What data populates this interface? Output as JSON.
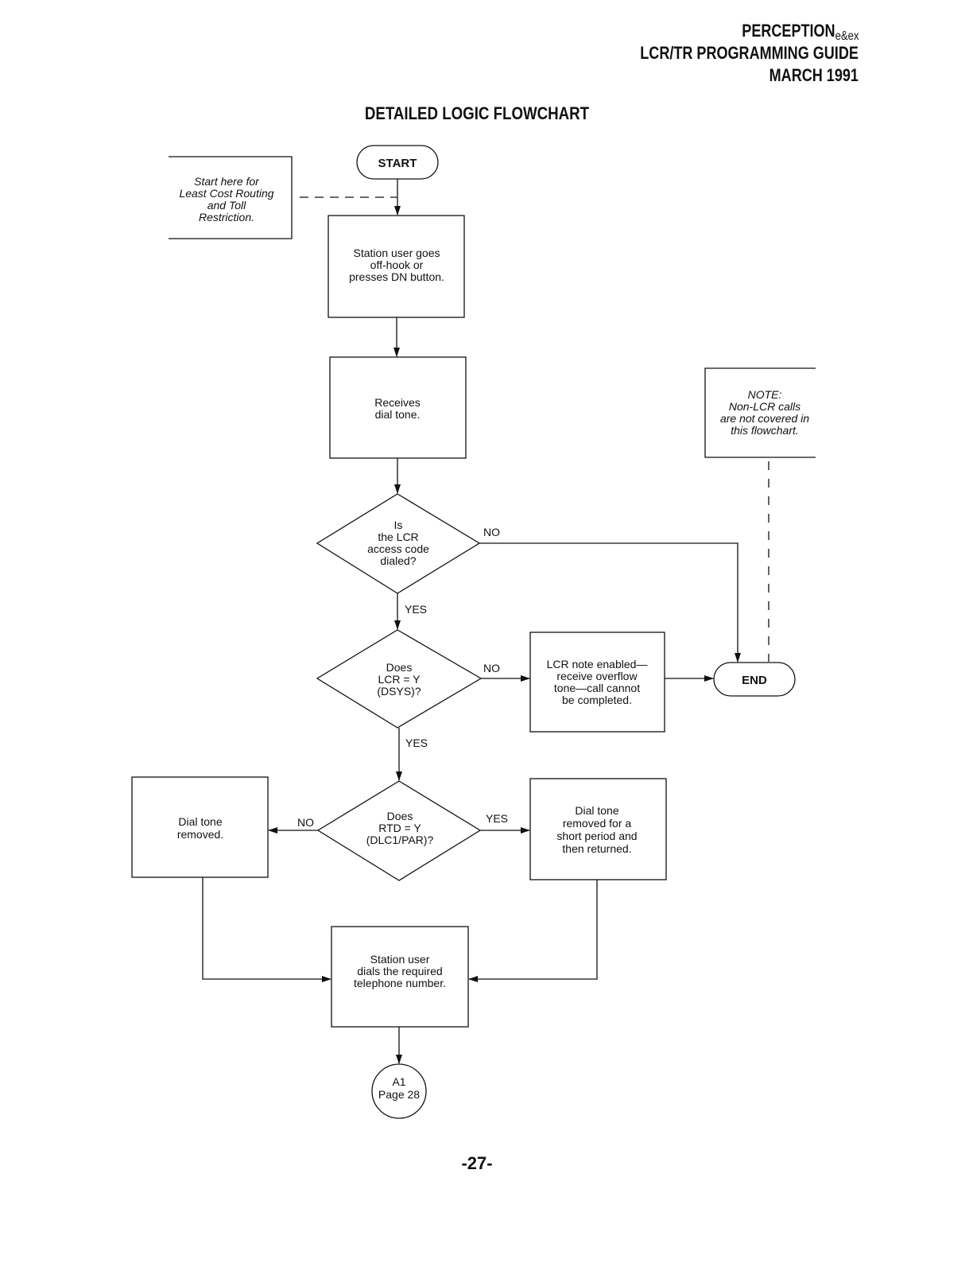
{
  "header": {
    "product": "PERCEPTION",
    "product_suffix": "e&ex",
    "guide": "LCR/TR PROGRAMMING GUIDE",
    "date": "MARCH 1991"
  },
  "title": "DETAILED LOGIC FLOWCHART",
  "page_number": "-27-",
  "nodes": {
    "start": "START",
    "end": "END",
    "start_note": [
      "Start here for",
      "Least Cost Routing",
      "and Toll",
      "Restriction."
    ],
    "note": [
      "NOTE:",
      "Non-LCR calls",
      "are not covered in",
      "this flowchart."
    ],
    "step_offhook": [
      "Station user goes",
      "off-hook or",
      "presses DN button."
    ],
    "step_dialtone": [
      "Receives",
      "dial tone."
    ],
    "decision_lcr_code": [
      "Is",
      "the LCR",
      "access code",
      "dialed?"
    ],
    "decision_lcr_y": [
      "Does",
      "LCR = Y",
      "(DSYS)?"
    ],
    "step_overflow": [
      "LCR note enabled—",
      "receive overflow",
      "tone—call cannot",
      "be completed."
    ],
    "decision_rtd": [
      "Does",
      "RTD = Y",
      "(DLC1/PAR)?"
    ],
    "step_removed": [
      "Dial tone",
      "removed."
    ],
    "step_returned": [
      "Dial tone",
      "removed for a",
      "short period and",
      "then returned."
    ],
    "step_dials": [
      "Station user",
      "dials the required",
      "telephone number."
    ],
    "connector": [
      "A1",
      "Page 28"
    ]
  },
  "edge_labels": {
    "no_1": "NO",
    "yes_1": "YES",
    "no_2": "NO",
    "yes_2": "YES",
    "no_3": "NO",
    "yes_3": "YES"
  }
}
